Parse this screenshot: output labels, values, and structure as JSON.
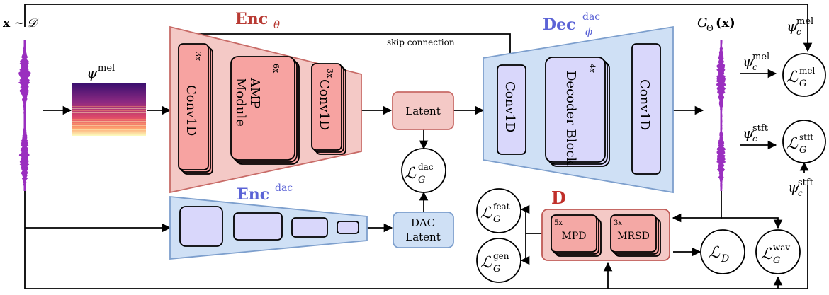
{
  "colors": {
    "encoder_fill": "#f4c9c6",
    "encoder_stroke": "#c86b67",
    "encoder_block": "#f7a3a1",
    "dac_fill": "#cfe0f5",
    "dac_stroke": "#7d9fcd",
    "dac_block": "#d9d7fb",
    "disc_fill": "#f4a8a5",
    "disc_stroke": "#c05a56",
    "enc_title": "#b83a33",
    "dec_title": "#5b63d6",
    "disc_title": "#c02f2a",
    "waveform": "#9a2fbf"
  },
  "input": {
    "symbol": "x",
    "dist_op": "~",
    "dataset": "𝒟"
  },
  "mel": {
    "psi": "ψ",
    "superscript": "mel"
  },
  "encoder": {
    "title_main": "Enc",
    "title_sub": "θ",
    "conv_in_label": "Conv1D",
    "conv_in_mult": "3x",
    "amp_label_line1": "AMP",
    "amp_label_line2": "Module",
    "amp_mult": "6x",
    "conv_out_label": "Conv1D",
    "conv_out_mult": "3x"
  },
  "skip": {
    "label": "skip connection"
  },
  "latent": {
    "label": "Latent"
  },
  "decoder": {
    "title_main": "Dec",
    "title_sup": "dac",
    "title_sub": "ϕ",
    "conv_in_label": "Conv1D",
    "block_label": "Decoder Block",
    "block_mult": "4x",
    "conv_out_label": "Conv1D"
  },
  "dac_encoder": {
    "title_main": "Enc",
    "title_sup": "dac"
  },
  "dac_latent": {
    "line1": "DAC",
    "line2": "Latent"
  },
  "loss_dac": {
    "L": "ℒ",
    "sub": "G",
    "sup": "dac"
  },
  "output": {
    "G": "G",
    "Theta": "Θ",
    "arg": "(x)"
  },
  "psi_mel_top": {
    "psi": "ψ",
    "sub": "c",
    "sup": "mel"
  },
  "psi_mel_in": {
    "psi": "ψ",
    "sub": "c",
    "sup": "mel"
  },
  "loss_mel": {
    "L": "ℒ",
    "sub": "G",
    "sup": "mel"
  },
  "psi_stft_in": {
    "psi": "ψ",
    "sub": "c",
    "sup": "stft"
  },
  "loss_stft": {
    "L": "ℒ",
    "sub": "G",
    "sup": "stft"
  },
  "psi_stft_bottom": {
    "psi": "ψ",
    "sub": "c",
    "sup": "stft"
  },
  "discriminator": {
    "title": "D",
    "mpd_label": "MPD",
    "mpd_mult": "5x",
    "mrsd_label": "MRSD",
    "mrsd_mult": "3x"
  },
  "loss_feat": {
    "L": "ℒ",
    "sub": "G",
    "sup": "feat"
  },
  "loss_gen": {
    "L": "ℒ",
    "sub": "G",
    "sup": "gen"
  },
  "loss_d": {
    "L": "ℒ",
    "sub": "D"
  },
  "loss_wav": {
    "L": "ℒ",
    "sub": "G",
    "sup": "wav"
  }
}
